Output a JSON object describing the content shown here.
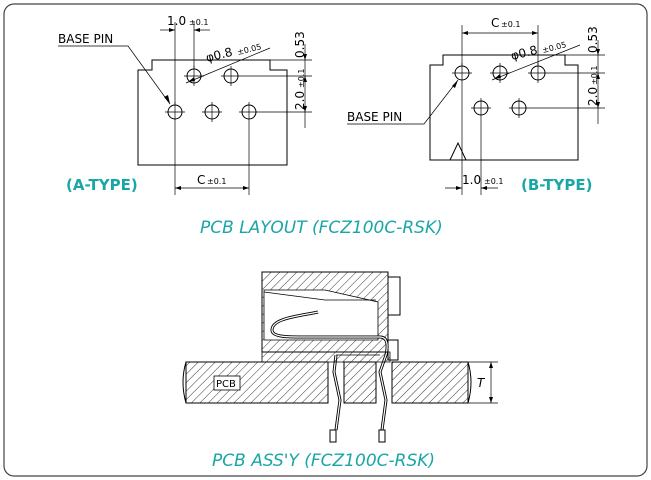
{
  "layout_a": {
    "base_pin": "BASE PIN",
    "pitch": "1.0",
    "pitch_tol": "±0.1",
    "hole": "φ0.8",
    "hole_tol": "±0.05",
    "dim_053": "0.53",
    "dim_20": "2.0",
    "dim_20_tol": "±0.1",
    "dim_c": "C",
    "dim_c_tol": "±0.1",
    "type_label": "(A-TYPE)"
  },
  "layout_b": {
    "dim_c": "C",
    "dim_c_tol": "±0.1",
    "hole": "φ0.8",
    "hole_tol": "±0.05",
    "dim_053": "0.53",
    "dim_20": "2.0",
    "dim_20_tol": "±0.1",
    "base_pin": "BASE PIN",
    "pitch": "1.0",
    "pitch_tol": "±0.1",
    "type_label": "(B-TYPE)"
  },
  "caption_layout": "PCB LAYOUT (FCZ100C-RSK)",
  "assy": {
    "pcb_label": "PCB",
    "t_label": "T"
  },
  "caption_assy": "PCB ASS'Y (FCZ100C-RSK)",
  "colors": {
    "caption": "#1aa6a6",
    "line": "#000000",
    "frame": "#444444"
  }
}
